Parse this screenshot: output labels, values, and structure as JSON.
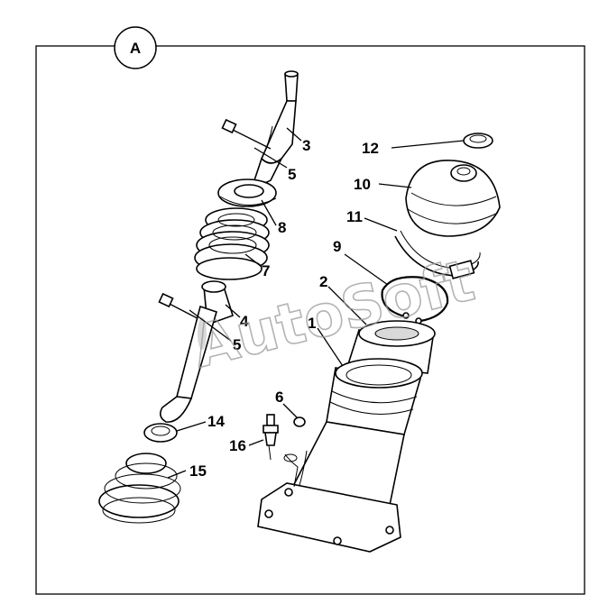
{
  "view_badge": "A",
  "watermark": "AutoSoft",
  "callouts": [
    {
      "id": "3",
      "text": "3"
    },
    {
      "id": "5a",
      "text": "5"
    },
    {
      "id": "8",
      "text": "8"
    },
    {
      "id": "7",
      "text": "7"
    },
    {
      "id": "4",
      "text": "4"
    },
    {
      "id": "5b",
      "text": "5"
    },
    {
      "id": "14",
      "text": "14"
    },
    {
      "id": "15",
      "text": "15"
    },
    {
      "id": "12",
      "text": "12"
    },
    {
      "id": "10",
      "text": "10"
    },
    {
      "id": "11",
      "text": "11"
    },
    {
      "id": "9",
      "text": "9"
    },
    {
      "id": "2",
      "text": "2"
    },
    {
      "id": "1",
      "text": "1"
    },
    {
      "id": "6",
      "text": "6"
    },
    {
      "id": "16",
      "text": "16"
    }
  ]
}
